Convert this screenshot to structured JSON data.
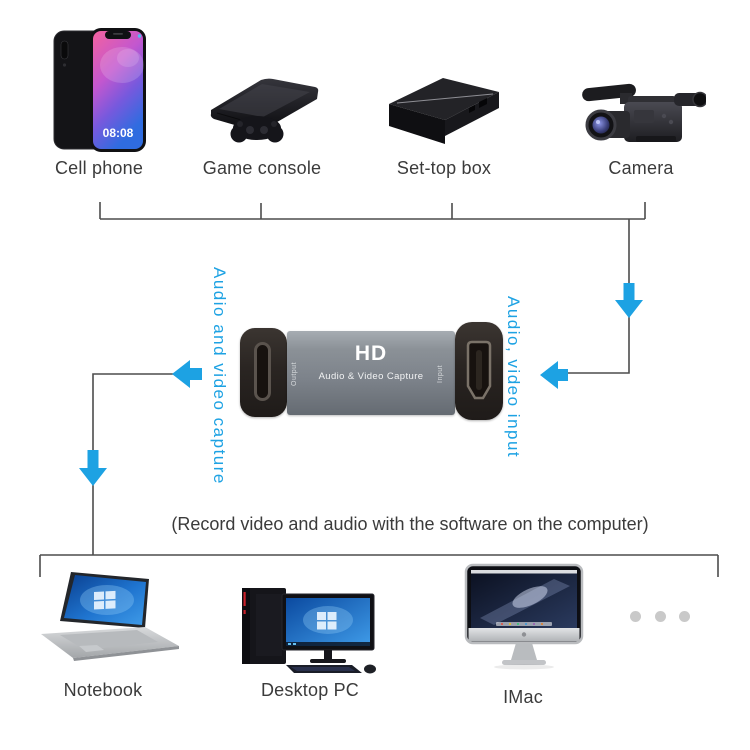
{
  "colors": {
    "accent_blue": "#1da2e3",
    "wire_gray": "#4d4d4d",
    "label_gray": "#3b3b3b",
    "dot_gray": "#c9c9c9"
  },
  "sources": [
    {
      "id": "cell-phone",
      "label": "Cell phone"
    },
    {
      "id": "game-console",
      "label": "Game console"
    },
    {
      "id": "set-top-box",
      "label": "Set-top box"
    },
    {
      "id": "camera",
      "label": "Camera"
    }
  ],
  "capture_device": {
    "logo": "HD",
    "title": "Audio & Video Capture",
    "output_port_label": "Output",
    "input_port_label": "Input"
  },
  "flow_labels": {
    "output": "Audio and video capture",
    "input": "Audio, video input"
  },
  "cell_phone_screen": {
    "clock": "08:08"
  },
  "caption": "(Record video and audio with the software on the computer)",
  "destinations": [
    {
      "id": "notebook",
      "label": "Notebook"
    },
    {
      "id": "desktop-pc",
      "label": "Desktop PC"
    },
    {
      "id": "imac",
      "label": "IMac"
    }
  ]
}
